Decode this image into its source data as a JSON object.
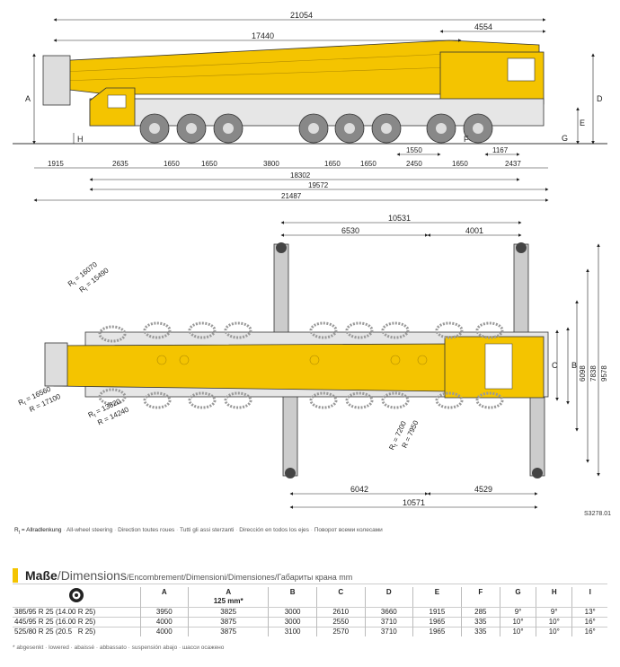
{
  "side_view": {
    "dims": {
      "overall_top": "21054",
      "jib_length": "17440",
      "cab_overhang": "4554",
      "label_A": "A",
      "label_D": "D",
      "label_E": "E",
      "label_H": "H",
      "label_F": "F",
      "label_G": "G",
      "f_1550": "1550",
      "f_1167": "1167",
      "row1": [
        "1915",
        "2635",
        "1650",
        "1650",
        "3800",
        "1650",
        "1650",
        "2450",
        "1650",
        "2437"
      ],
      "total_18302": "18302",
      "total_19572": "19572",
      "total_21487": "21487"
    }
  },
  "top_view": {
    "dims": {
      "outrigger_span": "10531",
      "front_6530": "6530",
      "rear_4001": "4001",
      "bottom_6042": "6042",
      "bottom_4529": "4529",
      "bottom_10571": "10571",
      "label_C": "C",
      "label_B": "B",
      "w_6098": "6098",
      "w_7838": "7838",
      "w_9578": "9578",
      "radii": {
        "r1_16070": "R",
        "r1_16070_sub": "t",
        "r1_16070_val": " = 16070",
        "r1_15490_val": " = 15490",
        "r1_16560_val": " = 16560",
        "r_17100_val": " = 17100",
        "r1_13620_val": " = 13620",
        "r_14240_val": " = 14240",
        "r1_7200_val": " = 7200",
        "r_7950_val": " = 7950"
      }
    }
  },
  "drawing_id": "S3278.01",
  "steering_note": {
    "key": "R",
    "key_sub": "t",
    "de": " = Allradlenkung",
    "others": [
      "All-wheel steering",
      "Direction toutes roues",
      "Tutti gli assi sterzanti",
      "Dirección en todos los ejes",
      "Поворот всеми колесами"
    ]
  },
  "table": {
    "title_de": "Maße",
    "title_en": "Dimensions",
    "title_rest": "Encombrement/Dimensioni/Dimensiones/Габариты крана mm",
    "headers": [
      "A",
      "A",
      "B",
      "C",
      "D",
      "E",
      "F",
      "G",
      "H",
      "I"
    ],
    "subheader_A2": "125 mm*",
    "rows": [
      {
        "tyre": "385/95 R 25 (14.00 R 25)",
        "values": [
          "3950",
          "3825",
          "3000",
          "2610",
          "3660",
          "1915",
          "285",
          "9°",
          "9°",
          "13°"
        ]
      },
      {
        "tyre": "445/95 R 25 (16.00 R 25)",
        "values": [
          "4000",
          "3875",
          "3000",
          "2550",
          "3710",
          "1965",
          "335",
          "10°",
          "10°",
          "16°"
        ]
      },
      {
        "tyre": "525/80 R 25 (20.5   R 25)",
        "values": [
          "4000",
          "3875",
          "3100",
          "2570",
          "3710",
          "1965",
          "335",
          "10°",
          "10°",
          "16°"
        ]
      }
    ],
    "footnote": "* abgesenkt · lowered · abaissé · abbassato · suspensión abajo · шасси осажено"
  },
  "colors": {
    "crane_yellow": "#f4c400",
    "accent_bar": "#f4c400",
    "line": "#222222"
  }
}
